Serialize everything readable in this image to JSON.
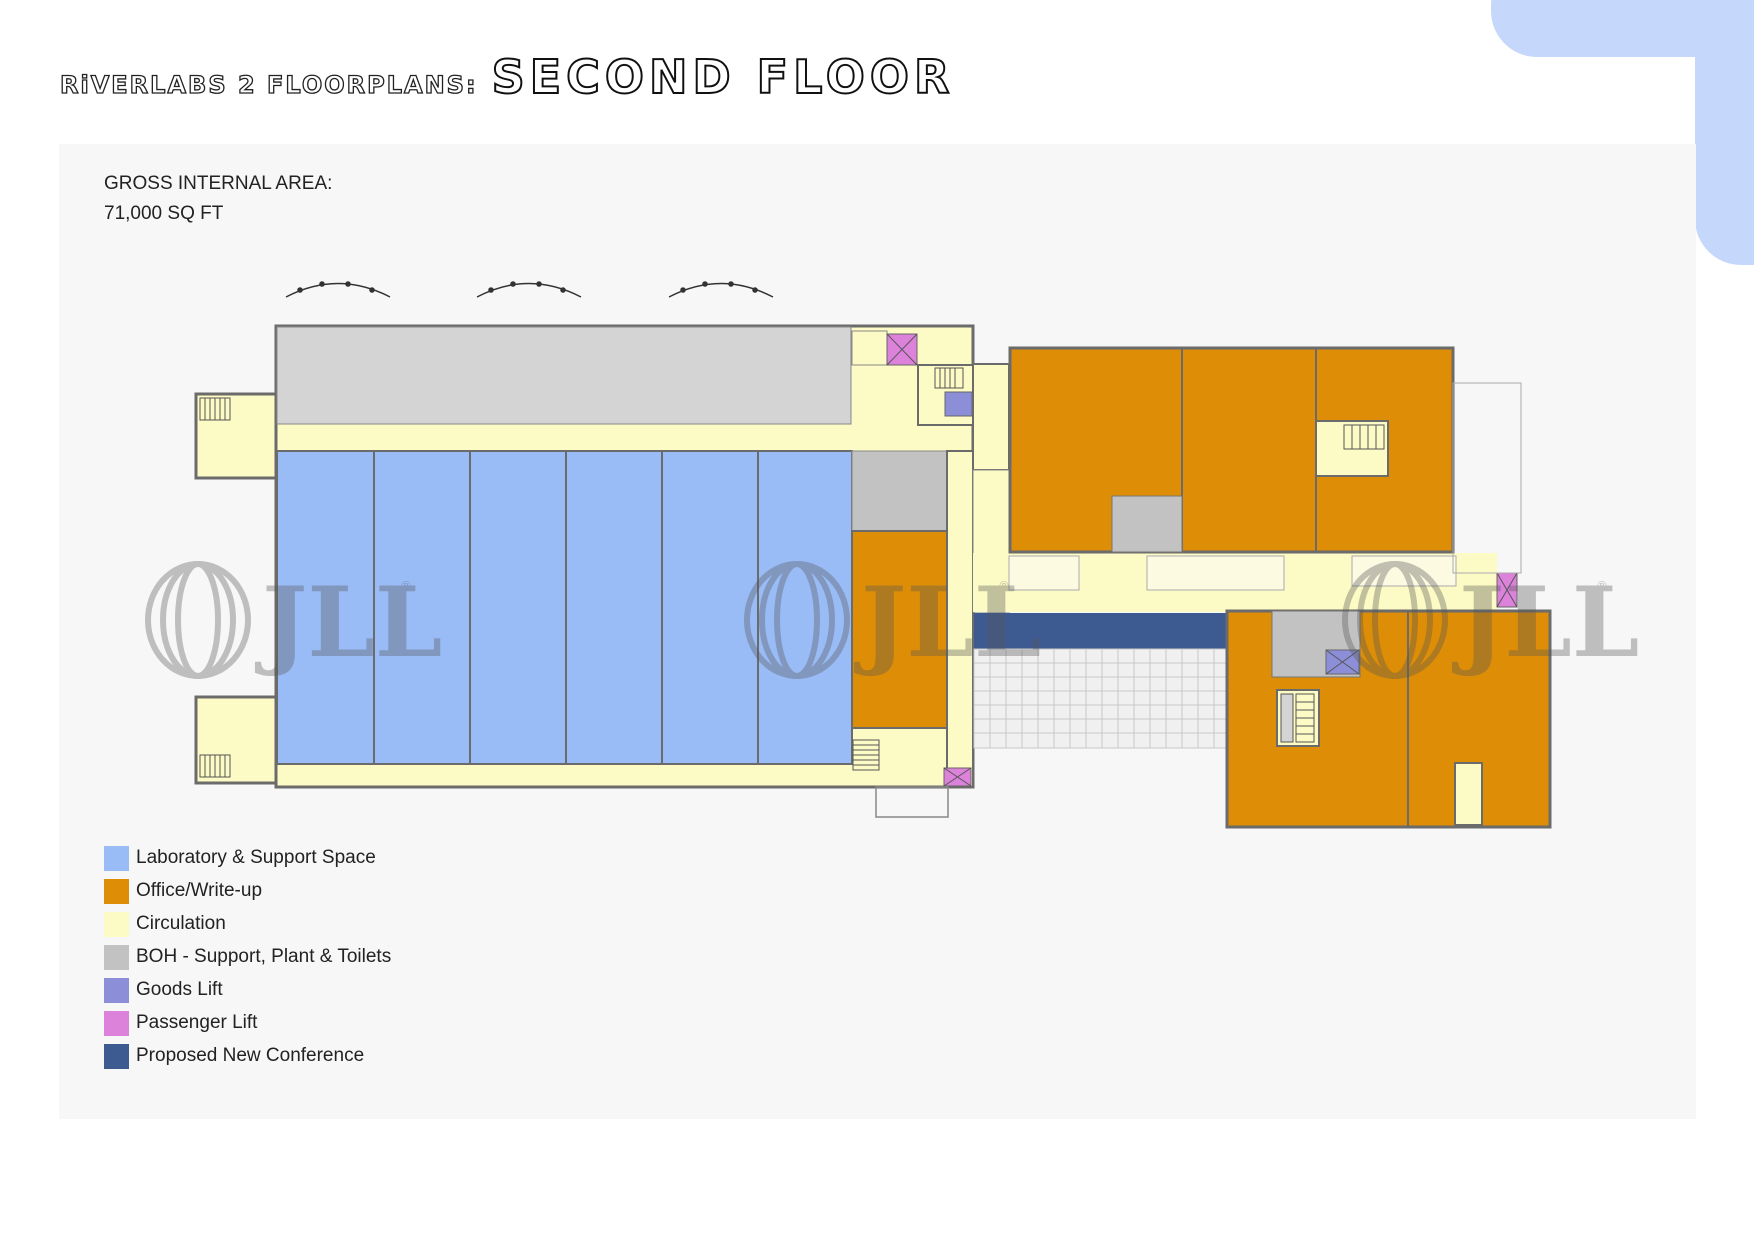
{
  "header": {
    "title_prefix": "RiVERLABS 2 FLOORPLANS:",
    "title_main": "SECOND FLOOR"
  },
  "area": {
    "label": "GROSS INTERNAL AREA:",
    "value": "71,000 SQ FT"
  },
  "watermark": {
    "brand": "JLL",
    "registered_mark": "®"
  },
  "legend": [
    {
      "label": "Laboratory & Support Space",
      "color": "#99bbf6"
    },
    {
      "label": "Office/Write-up",
      "color": "#dd8e06"
    },
    {
      "label": "Circulation",
      "color": "#fdfbc5"
    },
    {
      "label": "BOH - Support, Plant & Toilets",
      "color": "#c2c2c2"
    },
    {
      "label": "Goods Lift",
      "color": "#8c8fd8"
    },
    {
      "label": "Passenger Lift",
      "color": "#dc82da"
    },
    {
      "label": "Proposed New Conference",
      "color": "#3e5b91"
    }
  ],
  "colors": {
    "accent": "#c5d8fb",
    "wall": "#6b6b6b",
    "panel": "#f7f7f7"
  }
}
